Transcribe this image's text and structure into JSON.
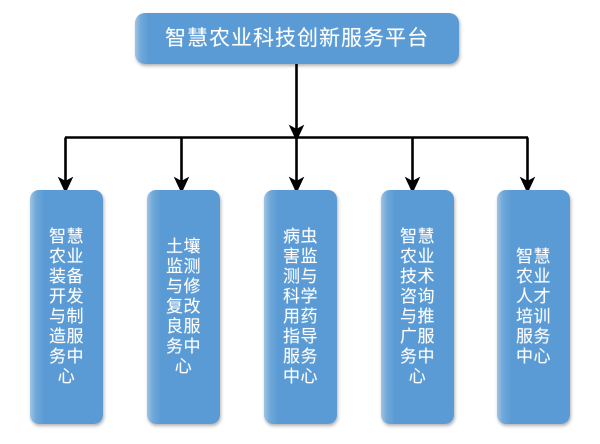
{
  "diagram": {
    "type": "org-chart",
    "title": "智慧农业科技创新服务平台",
    "orientation": "top-down",
    "colors": {
      "node_fill": "#5B9BD5",
      "node_edge_highlight": "#9FC4E4",
      "node_text": "#FFFFFF",
      "connector": "#000000",
      "background": "#FFFFFF"
    },
    "root": {
      "label": "智慧农业科技创新服务平台"
    },
    "children": [
      {
        "label": "智慧农业装备开发与制造服务中心"
      },
      {
        "label": "土壤监测与修复改良服务中心"
      },
      {
        "label": "病虫害监测与科学用药指导服务中心"
      },
      {
        "label": "智慧农业技术咨询与推广服务中心"
      },
      {
        "label": "智慧农业人才培训服务中心"
      }
    ]
  }
}
